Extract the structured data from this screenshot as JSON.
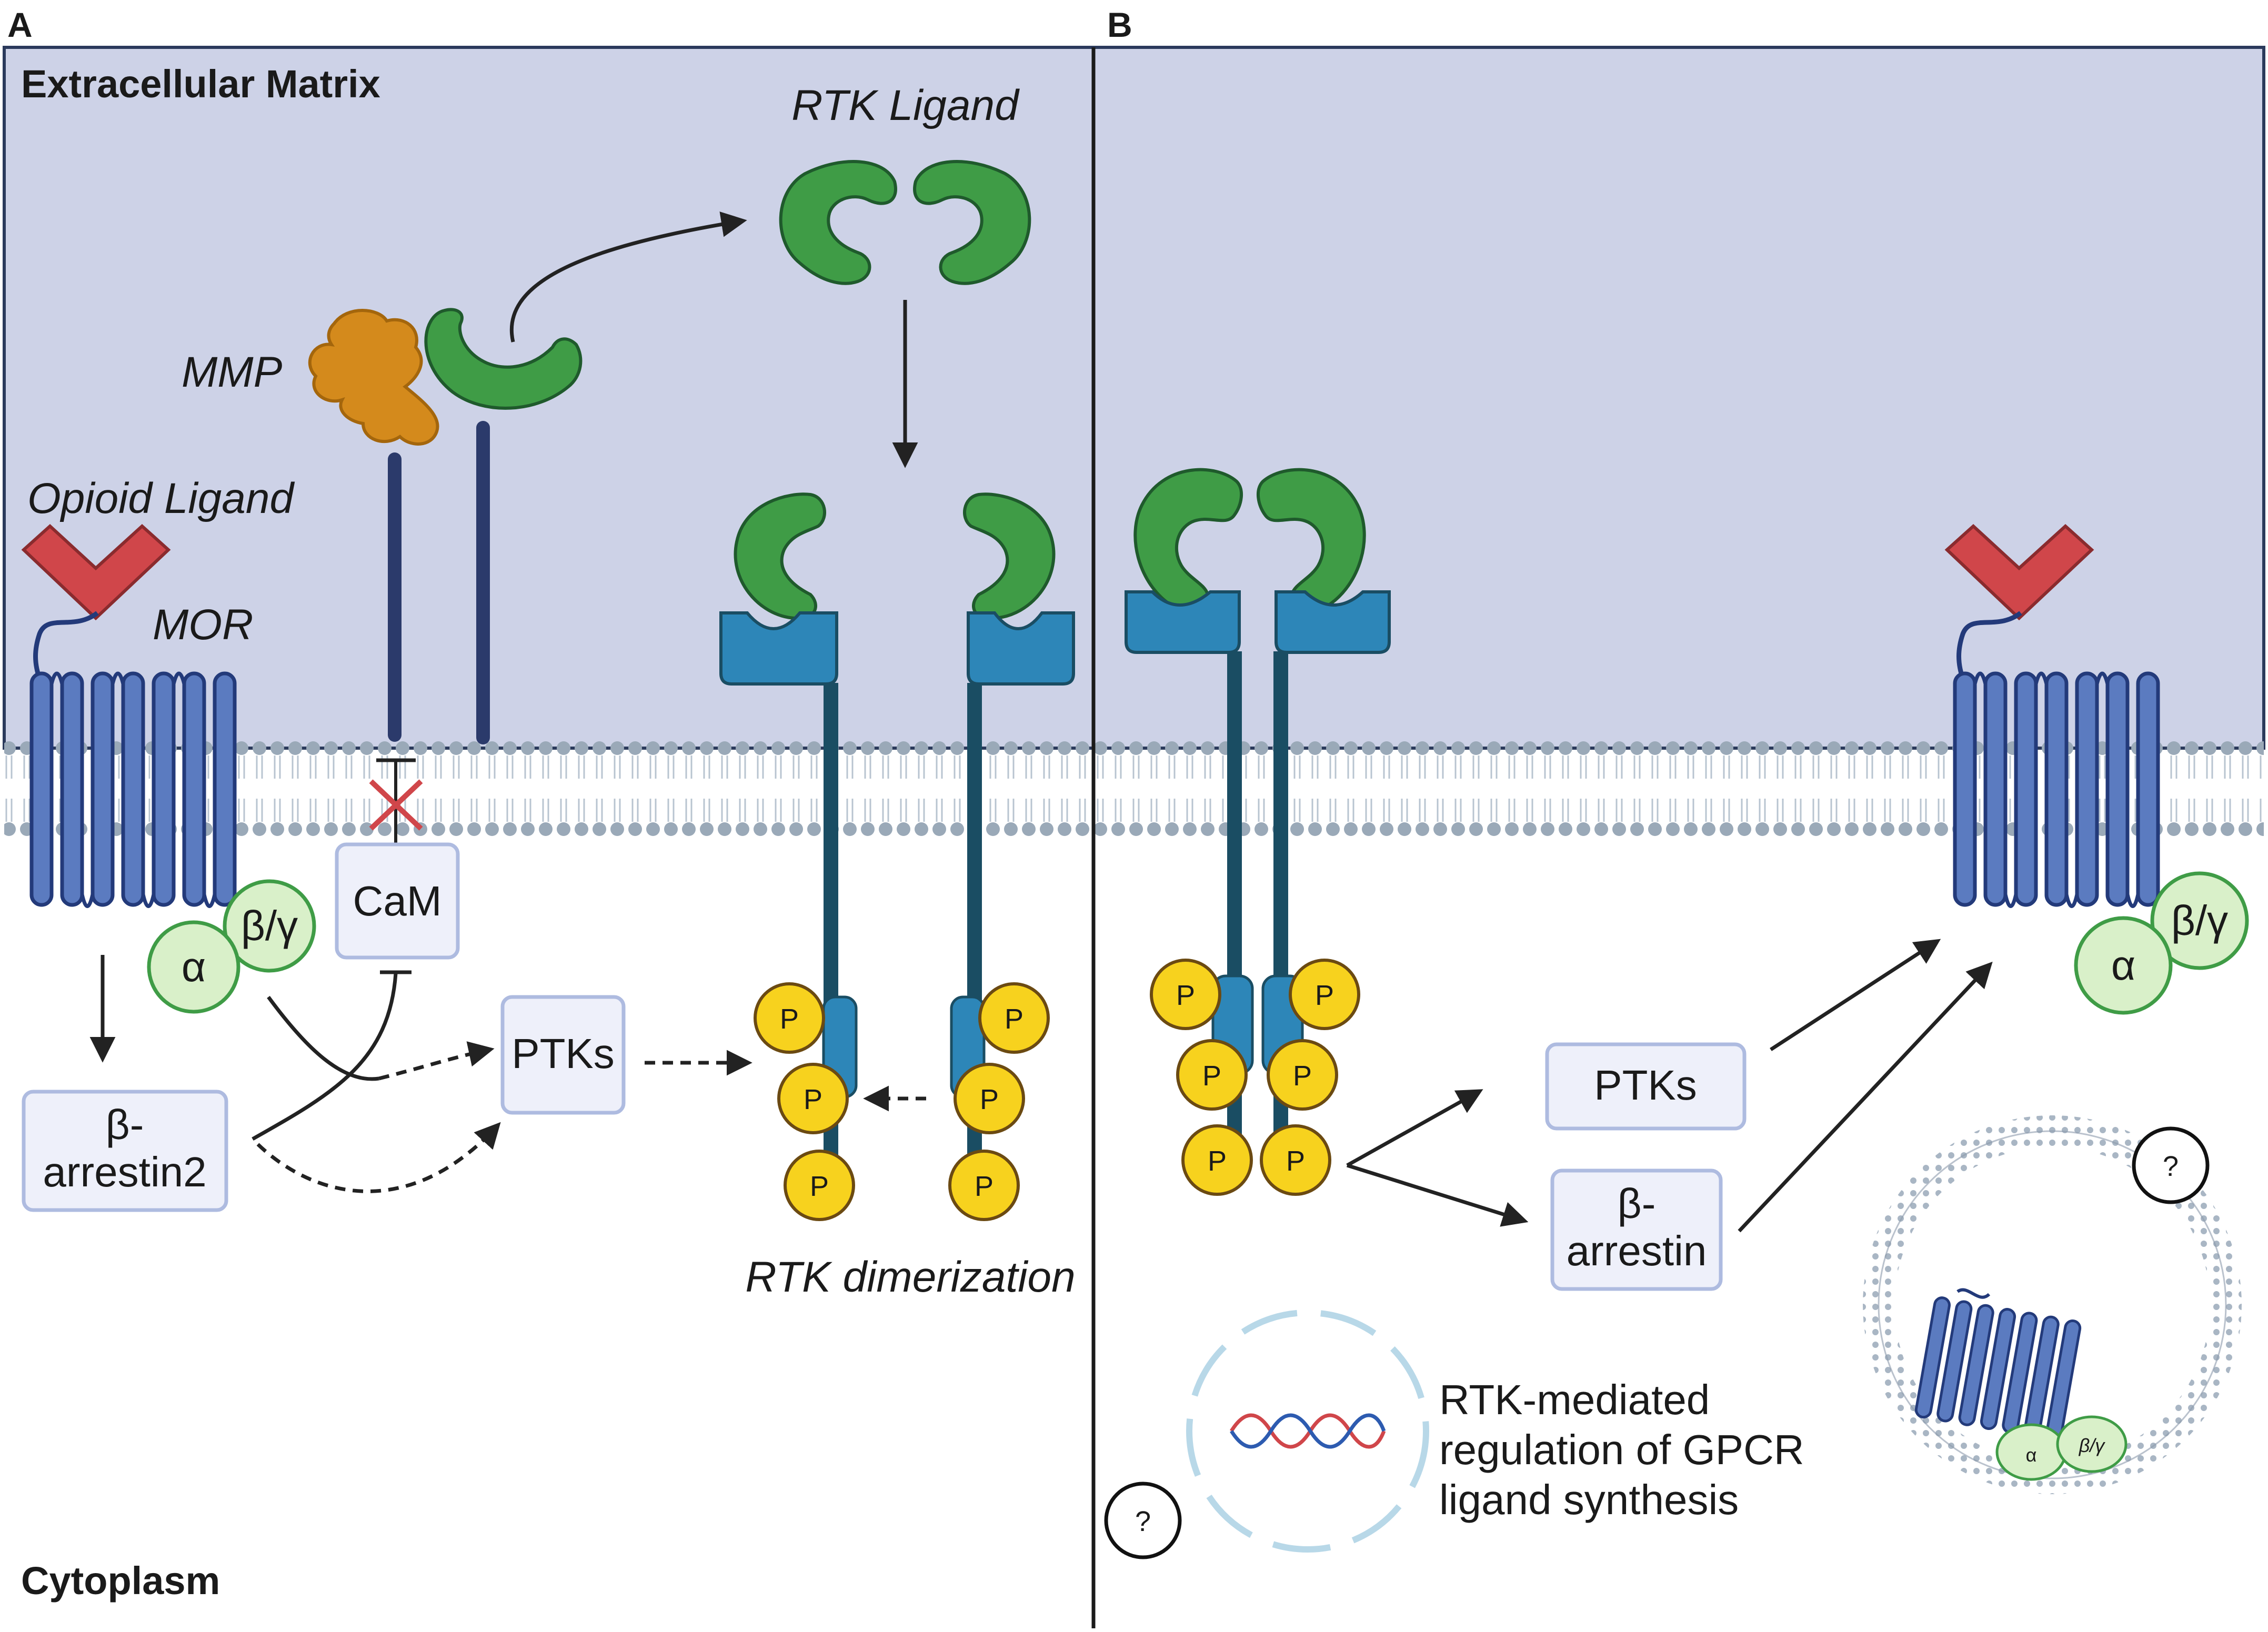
{
  "panels": {
    "a": {
      "letter": "A"
    },
    "b": {
      "letter": "B"
    }
  },
  "regions": {
    "extracellular": "Extracellular Matrix",
    "cytoplasm": "Cytoplasm"
  },
  "panel_a": {
    "rtk_ligand": "RTK Ligand",
    "mmp": "MMP",
    "opioid_ligand": "Opioid Ligand",
    "mor": "MOR",
    "cam": "CaM",
    "ptks": "PTKs",
    "beta_arrestin2_line1": "β-",
    "beta_arrestin2_line2": "arrestin2",
    "g_alpha": "α",
    "g_beta_gamma": "β/γ",
    "rtk_dimerization": "RTK dimerization",
    "phospho": "P"
  },
  "panel_b": {
    "ptks": "PTKs",
    "beta_arrestin_line1": "β-",
    "beta_arrestin_line2": "arrestin",
    "g_alpha": "α",
    "g_beta_gamma": "β/γ",
    "question": "?",
    "synthesis_line1": "RTK-mediated",
    "synthesis_line2": "regulation of GPCR",
    "synthesis_line3": "ligand synthesis",
    "phospho": "P"
  },
  "colors": {
    "matrix": "#cdd2e7",
    "receptor_blue": "#5b7bc0",
    "rtk_blue": "#2d86b8",
    "rtk_stalk": "#1a4d63",
    "ligand_green": "#3f9c46",
    "opioid_red": "#d0464a",
    "mmp_orange": "#d48a1c",
    "phospho_yellow": "#f7d21e",
    "g_protein_green": "#d9f0c9",
    "box_fill": "#eef0fa",
    "box_stroke": "#aebbe0"
  }
}
